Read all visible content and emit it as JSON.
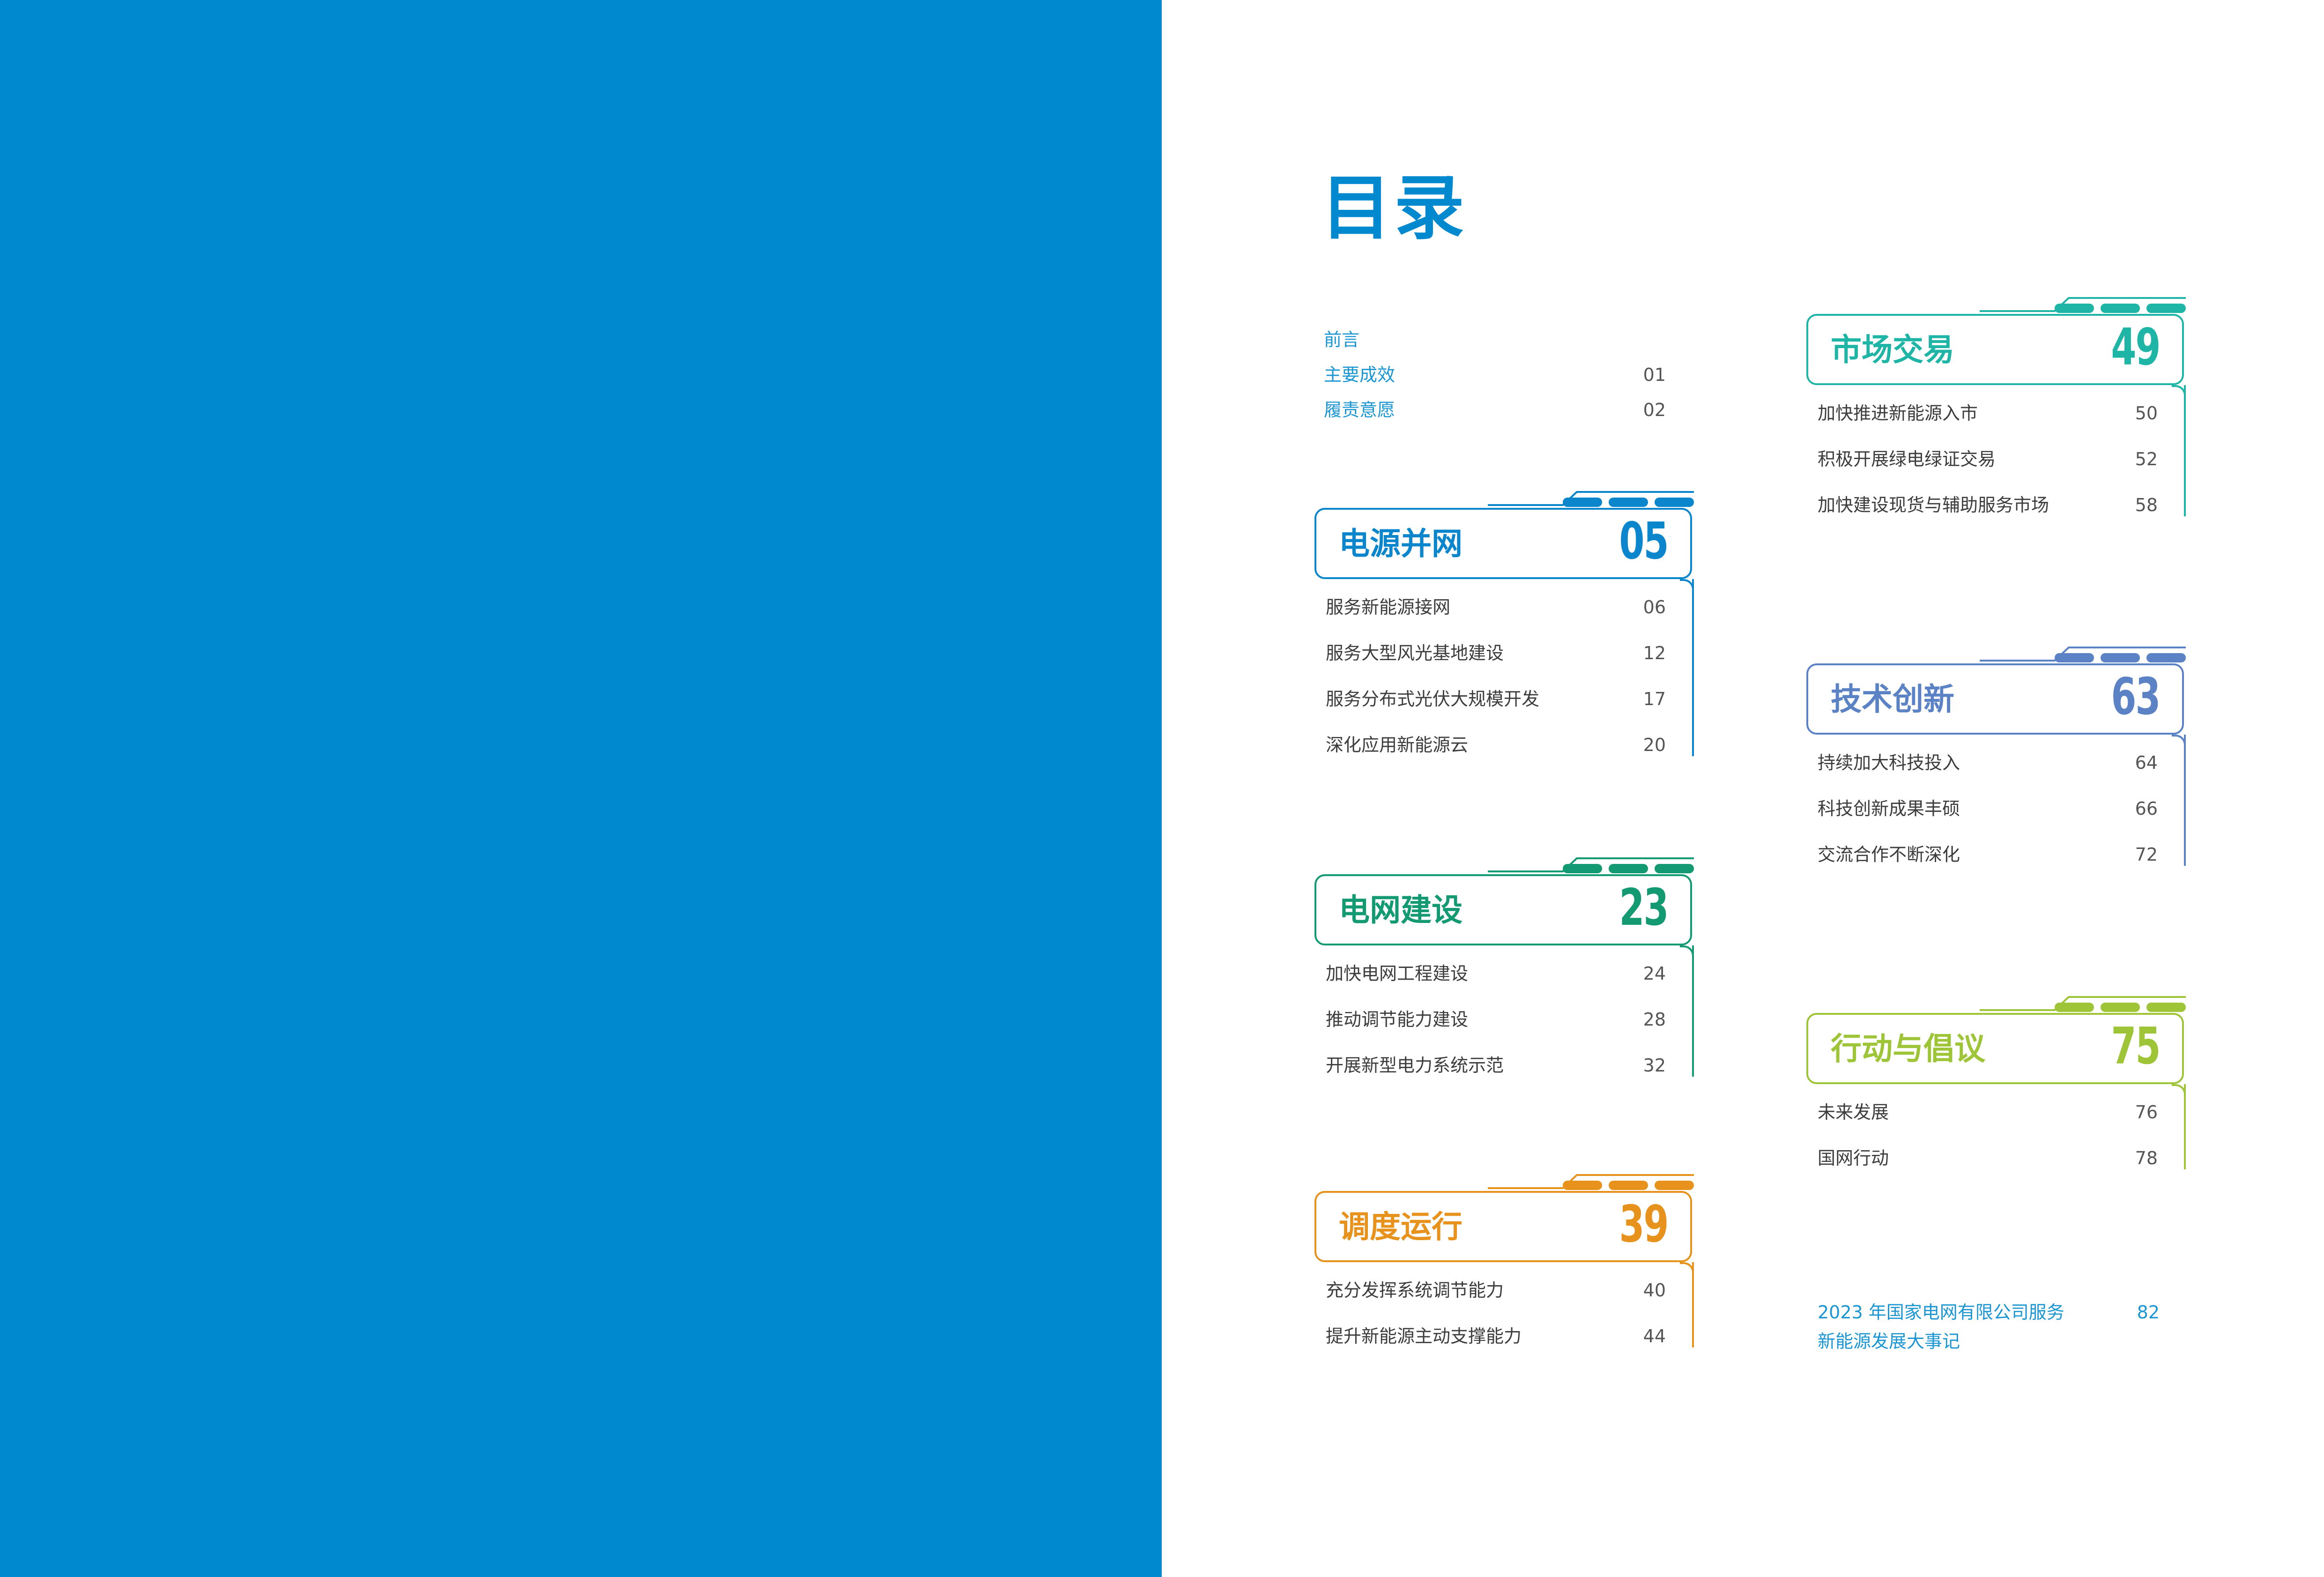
{
  "toc_title": "目录",
  "front_matter": [
    {
      "title": "前言",
      "page": ""
    },
    {
      "title": "主要成效",
      "page": "01"
    },
    {
      "title": "履责意愿",
      "page": "02"
    }
  ],
  "sections": [
    {
      "name": "电源并网",
      "number": "05",
      "color": "#0b86cc",
      "items": [
        {
          "title": "服务新能源接网",
          "page": "06"
        },
        {
          "title": "服务大型风光基地建设",
          "page": "12"
        },
        {
          "title": "服务分布式光伏大规模开发",
          "page": "17"
        },
        {
          "title": "深化应用新能源云",
          "page": "20"
        }
      ]
    },
    {
      "name": "电网建设",
      "number": "23",
      "color": "#139a72",
      "items": [
        {
          "title": "加快电网工程建设",
          "page": "24"
        },
        {
          "title": "推动调节能力建设",
          "page": "28"
        },
        {
          "title": "开展新型电力系统示范",
          "page": "32"
        }
      ]
    },
    {
      "name": "调度运行",
      "number": "39",
      "color": "#e8921e",
      "items": [
        {
          "title": "充分发挥系统调节能力",
          "page": "40"
        },
        {
          "title": "提升新能源主动支撑能力",
          "page": "44"
        }
      ]
    },
    {
      "name": "市场交易",
      "number": "49",
      "color": "#1fb5a6",
      "items": [
        {
          "title": "加快推进新能源入市",
          "page": "50"
        },
        {
          "title": "积极开展绿电绿证交易",
          "page": "52"
        },
        {
          "title": "加快建设现货与辅助服务市场",
          "page": "58"
        }
      ]
    },
    {
      "name": "技术创新",
      "number": "63",
      "color": "#5a82c4",
      "items": [
        {
          "title": "持续加大科技投入",
          "page": "64"
        },
        {
          "title": "科技创新成果丰硕",
          "page": "66"
        },
        {
          "title": "交流合作不断深化",
          "page": "72"
        }
      ]
    },
    {
      "name": "行动与倡议",
      "number": "75",
      "color": "#9ec438",
      "items": [
        {
          "title": "未来发展",
          "page": "76"
        },
        {
          "title": "国网行动",
          "page": "78"
        }
      ]
    }
  ],
  "appendix": {
    "line1": "2023 年国家电网有限公司服务",
    "line2": "新能源发展大事记",
    "page": "82"
  }
}
